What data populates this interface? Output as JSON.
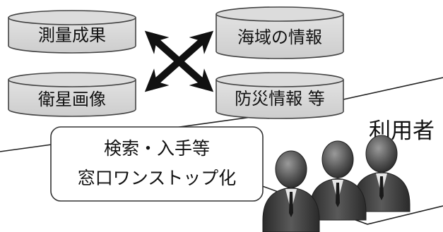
{
  "databases": [
    {
      "label": "測量成果"
    },
    {
      "label": "海域の情報"
    },
    {
      "label": "衛星画像"
    },
    {
      "label": "防災情報 等"
    }
  ],
  "users_label": "利用者",
  "search_box": {
    "line1": "検索・入手等",
    "line2": "窓口ワンストップ化"
  }
}
